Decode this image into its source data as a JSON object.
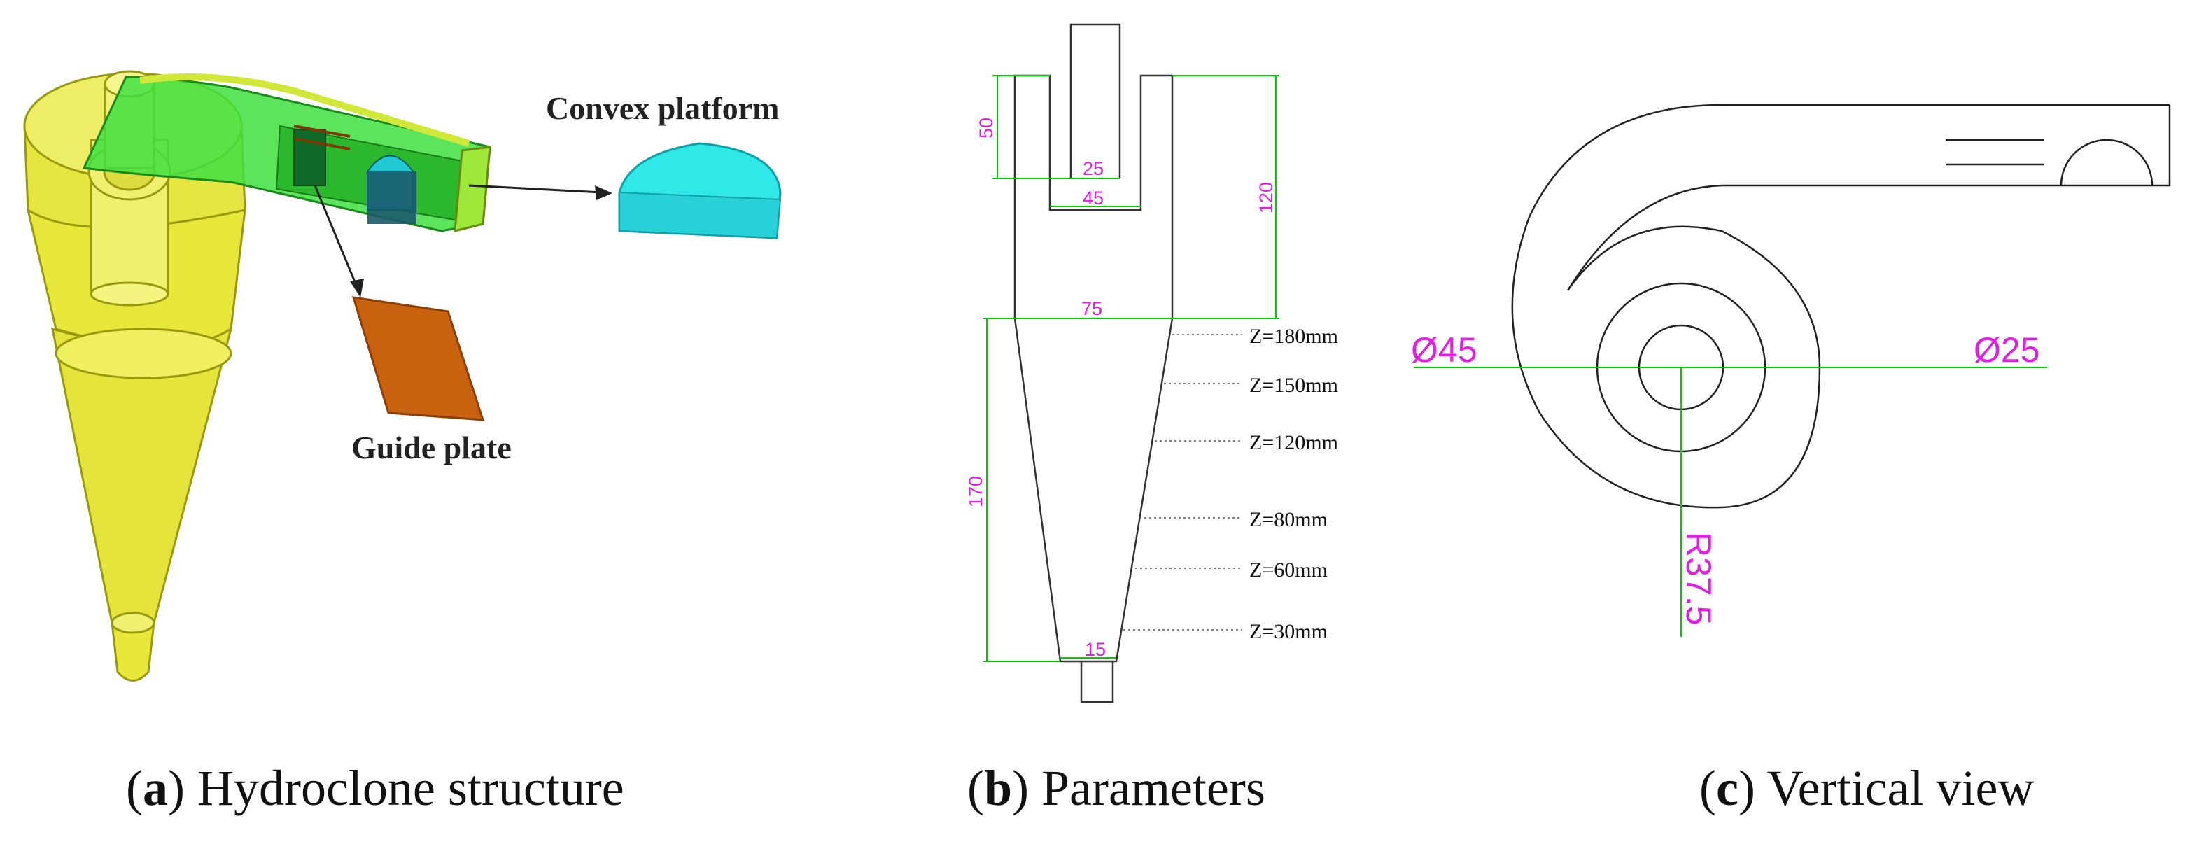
{
  "panel_a": {
    "labels": {
      "convex_platform": "Convex platform",
      "guide_plate": "Guide plate"
    },
    "caption": {
      "letter": "a",
      "text": " Hydroclone structure"
    },
    "colors": {
      "body": "#e8e83a",
      "inlet": "#3fe03f",
      "platform": "#30e8e8",
      "guide": "#c8620e"
    }
  },
  "panel_b": {
    "dims": {
      "d50": "50",
      "d25": "25",
      "d45": "45",
      "d120": "120",
      "d75": "75",
      "d170": "170",
      "d15": "15"
    },
    "z_labels": [
      "Z=180mm",
      "Z=150mm",
      "Z=120mm",
      "Z=80mm",
      "Z=60mm",
      "Z=30mm"
    ],
    "caption": {
      "letter": "b",
      "text": " Parameters"
    },
    "colors": {
      "dim_line": "#00cc00",
      "dim_text": "#e020e0"
    }
  },
  "panel_c": {
    "dims": {
      "phi45": "Ø45",
      "phi25": "Ø25",
      "r375": "R37.5"
    },
    "caption": {
      "letter": "c",
      "text": " Vertical view"
    }
  },
  "caption_paren_open": "(",
  "caption_paren_close": ")"
}
